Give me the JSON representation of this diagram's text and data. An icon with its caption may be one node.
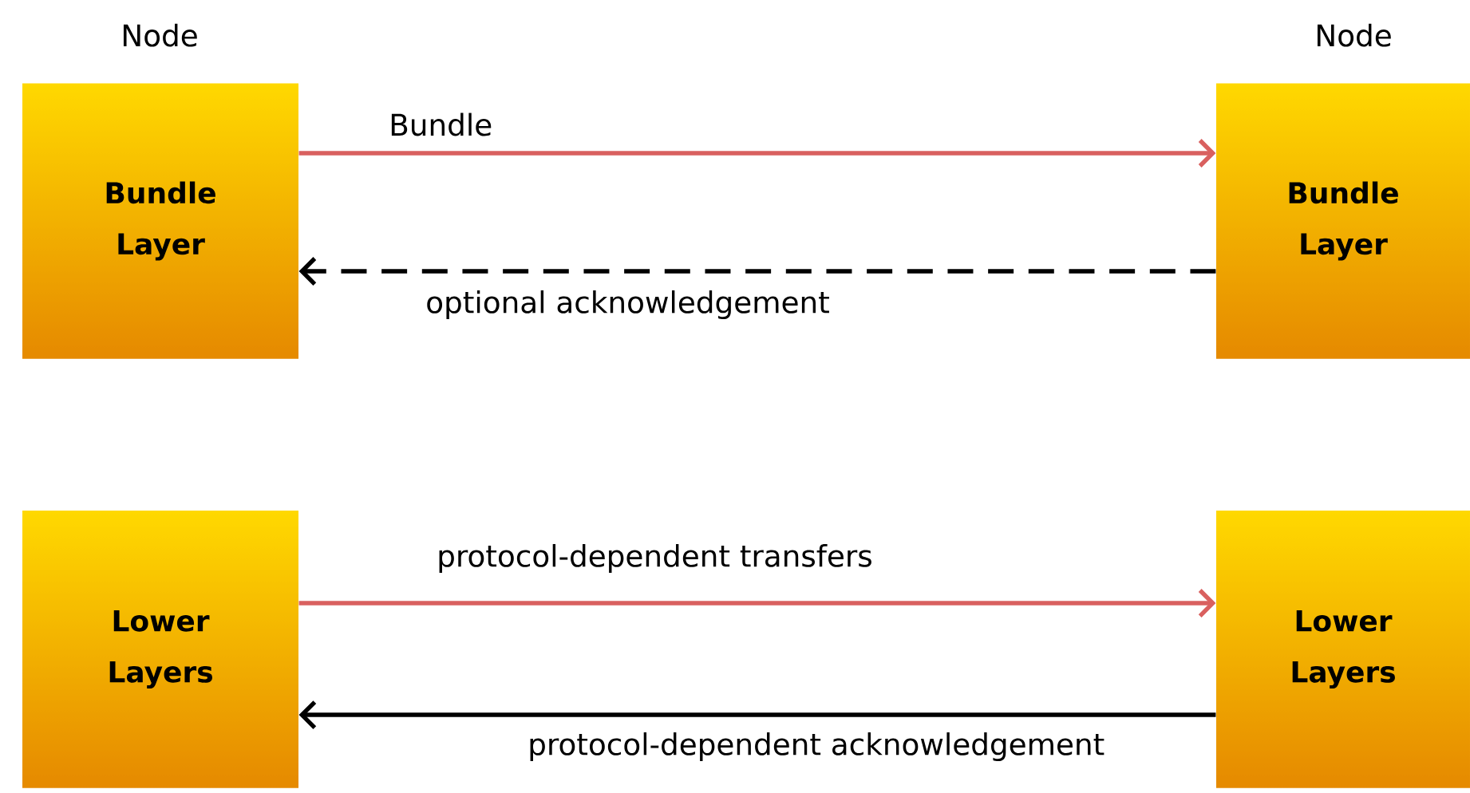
{
  "diagram": {
    "nodes": [
      {
        "text": [
          "Bundle Layer"
        ]
      },
      {
        "text": [
          "Bundle Layer"
        ]
      },
      {
        "text": [
          "Lower Layers"
        ]
      },
      {
        "text": [
          "Lower Layers"
        ]
      }
    ],
    "edges": [
      {
        "from": 0,
        "to": 1,
        "arrow": "to",
        "label": "Bundle",
        "color": "#d9605f"
      },
      {
        "from": 1,
        "to": 0,
        "arrow": "to",
        "label": "optional acknowledgement",
        "style": "dashed",
        "color": "#000000"
      },
      {
        "from": 2,
        "to": 3,
        "arrow": "to",
        "label": "protocol-dependent transfers",
        "color": "#d9605f"
      },
      {
        "from": 3,
        "to": 2,
        "arrow": "to",
        "label": "protocol-dependent acknowledgement",
        "color": "#000000"
      }
    ],
    "labels": [
      "Node",
      "Node"
    ]
  }
}
